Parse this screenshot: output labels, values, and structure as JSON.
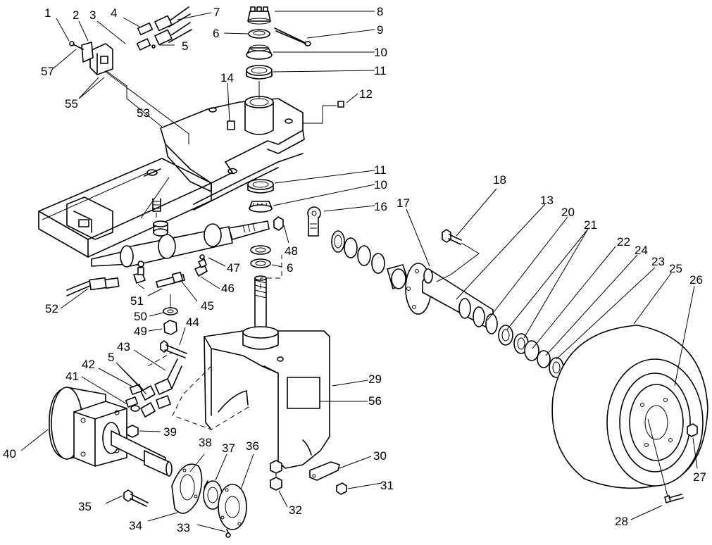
{
  "diagram": {
    "type": "exploded parts diagram",
    "callouts": [
      {
        "id": "c1",
        "text": "1"
      },
      {
        "id": "c2",
        "text": "2"
      },
      {
        "id": "c3",
        "text": "3"
      },
      {
        "id": "c4",
        "text": "4"
      },
      {
        "id": "c5a",
        "text": "5"
      },
      {
        "id": "c5b",
        "text": "5"
      },
      {
        "id": "c6a",
        "text": "6"
      },
      {
        "id": "c6b",
        "text": "6"
      },
      {
        "id": "c7",
        "text": "7"
      },
      {
        "id": "c8",
        "text": "8"
      },
      {
        "id": "c9",
        "text": "9"
      },
      {
        "id": "c10a",
        "text": "10"
      },
      {
        "id": "c10b",
        "text": "10"
      },
      {
        "id": "c11a",
        "text": "11"
      },
      {
        "id": "c11b",
        "text": "11"
      },
      {
        "id": "c12",
        "text": "12"
      },
      {
        "id": "c13",
        "text": "13"
      },
      {
        "id": "c14",
        "text": "14"
      },
      {
        "id": "c16",
        "text": "16"
      },
      {
        "id": "c17",
        "text": "17"
      },
      {
        "id": "c18",
        "text": "18"
      },
      {
        "id": "c20",
        "text": "20"
      },
      {
        "id": "c21",
        "text": "21"
      },
      {
        "id": "c22",
        "text": "22"
      },
      {
        "id": "c23",
        "text": "23"
      },
      {
        "id": "c24",
        "text": "24"
      },
      {
        "id": "c25",
        "text": "25"
      },
      {
        "id": "c26",
        "text": "26"
      },
      {
        "id": "c27",
        "text": "27"
      },
      {
        "id": "c28",
        "text": "28"
      },
      {
        "id": "c29",
        "text": "29"
      },
      {
        "id": "c30",
        "text": "30"
      },
      {
        "id": "c31",
        "text": "31"
      },
      {
        "id": "c32",
        "text": "32"
      },
      {
        "id": "c33",
        "text": "33"
      },
      {
        "id": "c34",
        "text": "34"
      },
      {
        "id": "c35",
        "text": "35"
      },
      {
        "id": "c36",
        "text": "36"
      },
      {
        "id": "c37",
        "text": "37"
      },
      {
        "id": "c38",
        "text": "38"
      },
      {
        "id": "c39",
        "text": "39"
      },
      {
        "id": "c40",
        "text": "40"
      },
      {
        "id": "c41",
        "text": "41"
      },
      {
        "id": "c42",
        "text": "42"
      },
      {
        "id": "c43",
        "text": "43"
      },
      {
        "id": "c44",
        "text": "44"
      },
      {
        "id": "c45",
        "text": "45"
      },
      {
        "id": "c46",
        "text": "46"
      },
      {
        "id": "c47",
        "text": "47"
      },
      {
        "id": "c48",
        "text": "48"
      },
      {
        "id": "c49",
        "text": "49"
      },
      {
        "id": "c50",
        "text": "50"
      },
      {
        "id": "c51",
        "text": "51"
      },
      {
        "id": "c52",
        "text": "52"
      },
      {
        "id": "c53",
        "text": "53"
      },
      {
        "id": "c55",
        "text": "55"
      },
      {
        "id": "c56",
        "text": "56"
      },
      {
        "id": "c57",
        "text": "57"
      }
    ]
  }
}
